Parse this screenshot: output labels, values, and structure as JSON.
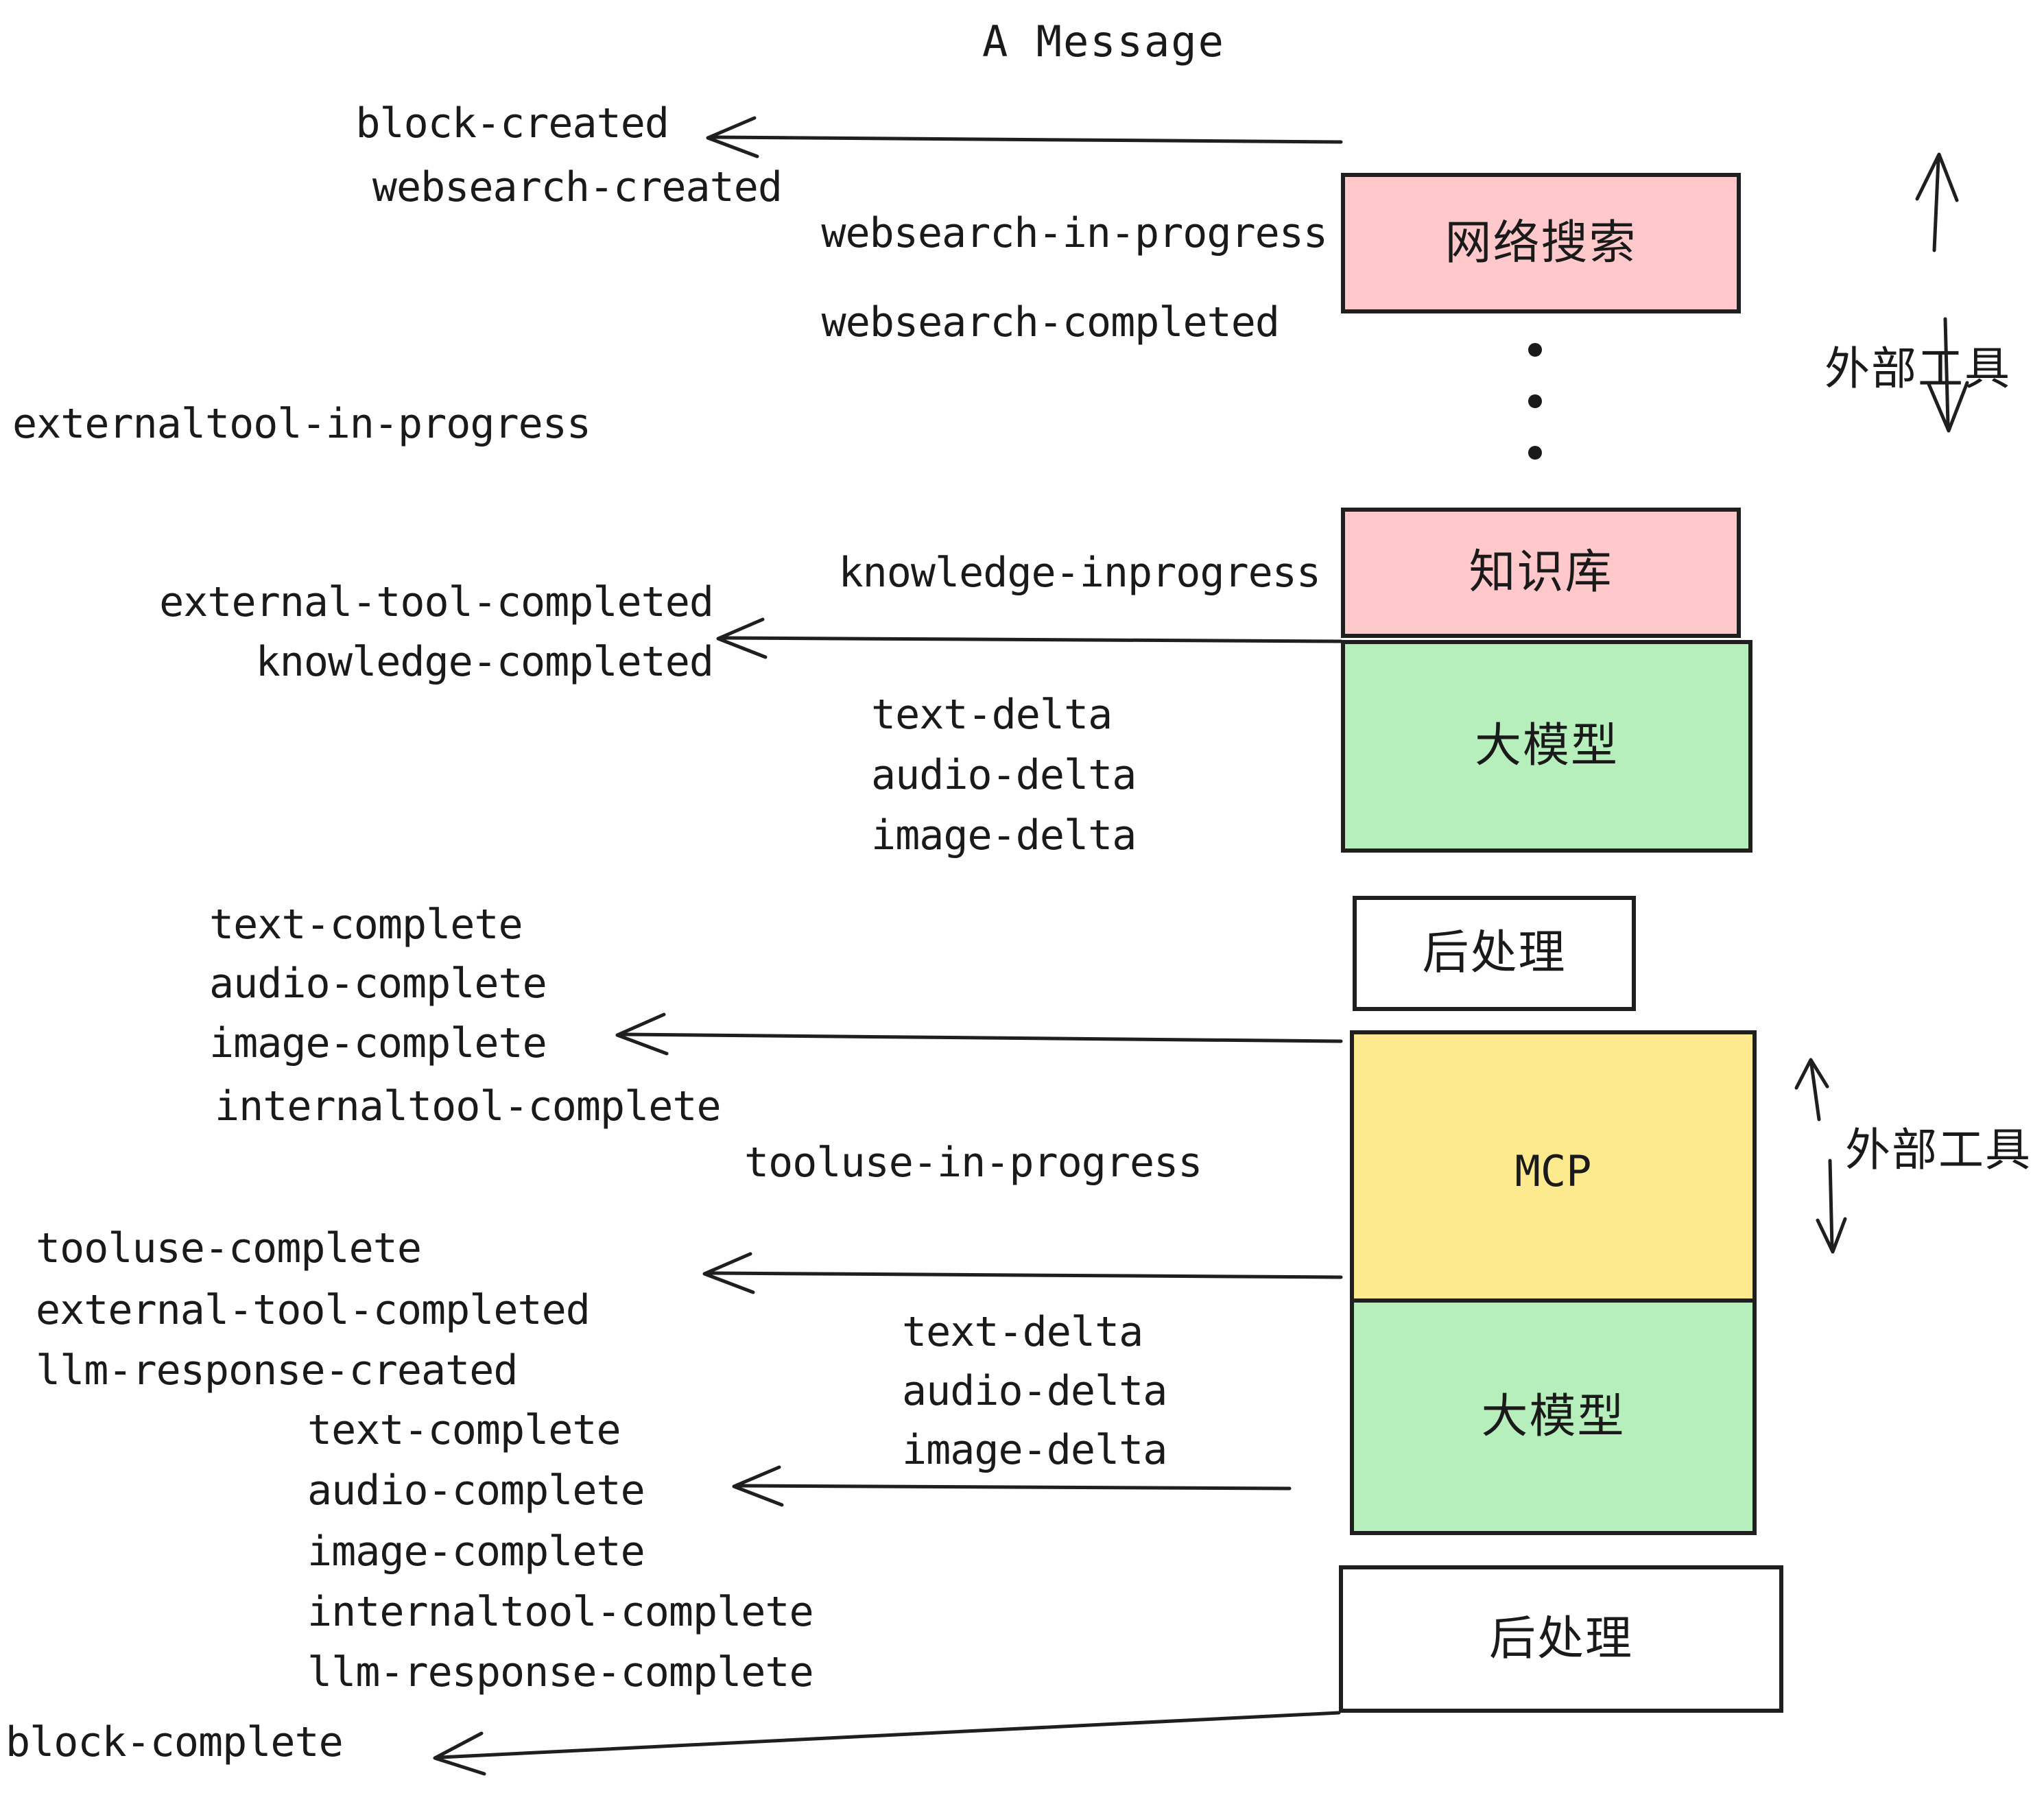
{
  "title": "A Message",
  "colors": {
    "pink": "#FFC9CB",
    "green": "#B6EFBC",
    "yellow": "#FDEA8E",
    "white": "#FFFFFF",
    "stroke": "#1F1F1F",
    "text": "#1A1A1A"
  },
  "nodes": [
    {
      "id": "websearch",
      "label": "网络搜索",
      "fill": "#FFC9CB"
    },
    {
      "id": "knowledge",
      "label": "知识库",
      "fill": "#FFC9CB"
    },
    {
      "id": "llm1",
      "label": "大模型",
      "fill": "#B6EFBC"
    },
    {
      "id": "postproc1",
      "label": "后处理",
      "fill": "#FFFFFF"
    },
    {
      "id": "mcp",
      "label": "MCP",
      "fill": "#FDEA8E"
    },
    {
      "id": "llm2",
      "label": "大模型",
      "fill": "#B6EFBC"
    },
    {
      "id": "postproc2",
      "label": "后处理",
      "fill": "#FFFFFF"
    }
  ],
  "side_labels": [
    {
      "id": "external-tool-top",
      "label": "外部工具"
    },
    {
      "id": "external-tool-bottom",
      "label": "外部工具"
    }
  ],
  "events": {
    "block_created": "block-created",
    "websearch_created": "websearch-created",
    "websearch_in_progress": "websearch-in-progress",
    "websearch_completed": "websearch-completed",
    "externaltool_in_progress": "externaltool-in-progress",
    "knowledge_inprogress": "knowledge-inprogress",
    "external_tool_completed_1": "external-tool-completed",
    "knowledge_completed": "knowledge-completed",
    "text_delta_1": "text-delta",
    "audio_delta_1": "audio-delta",
    "image_delta_1": "image-delta",
    "text_complete_1": "text-complete",
    "audio_complete_1": "audio-complete",
    "image_complete_1": "image-complete",
    "internaltool_complete_1": "internaltool-complete",
    "tooluse_in_progress": "tooluse-in-progress",
    "tooluse_complete": "tooluse-complete",
    "external_tool_completed_2": "external-tool-completed",
    "llm_response_created": "llm-response-created",
    "text_delta_2": "text-delta",
    "audio_delta_2": "audio-delta",
    "image_delta_2": "image-delta",
    "text_complete_2": "text-complete",
    "audio_complete_2": "audio-complete",
    "image_complete_2": "image-complete",
    "internaltool_complete_2": "internaltool-complete",
    "llm_response_complete": "llm-response-complete",
    "block_complete": "block-complete"
  }
}
